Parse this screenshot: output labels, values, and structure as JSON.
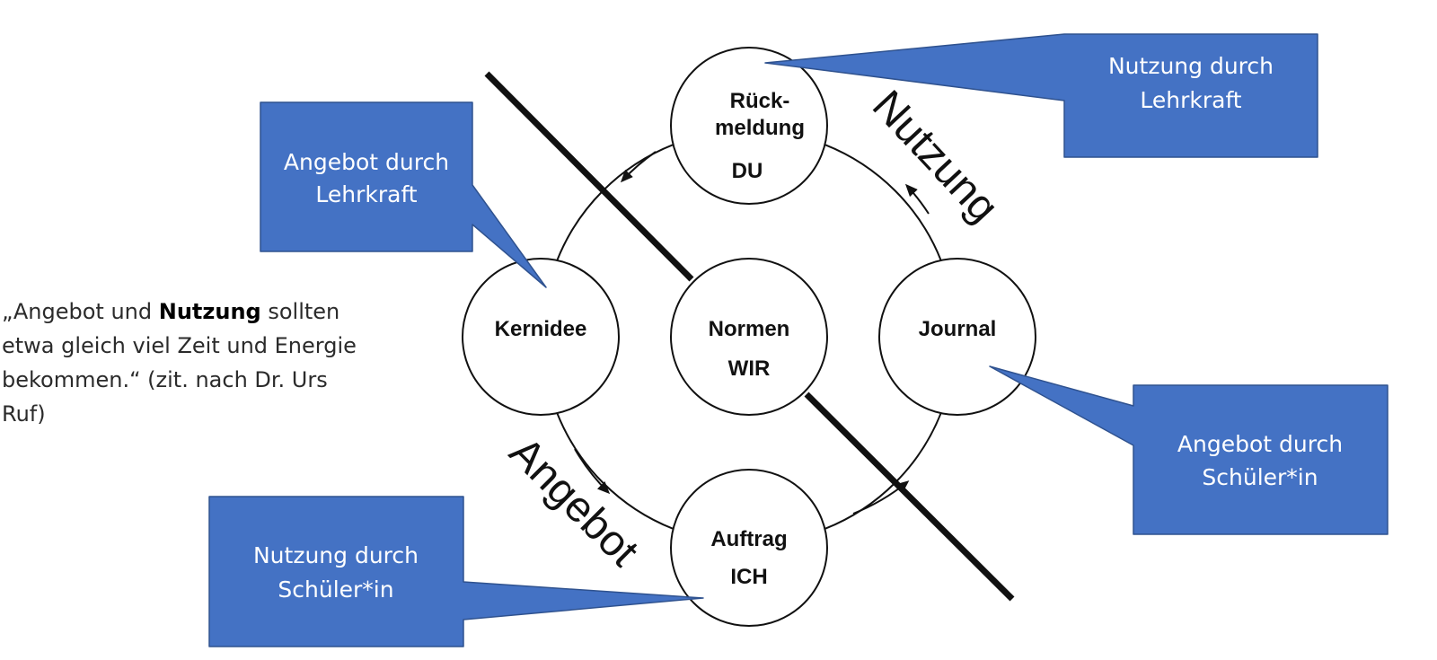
{
  "quote": {
    "open": "„Angebot und ",
    "bold": "Nutzung",
    "rest": " sollten etwa gleich viel Zeit und Energie bekommen.“ (zit. nach Dr. Urs Ruf)"
  },
  "circles": {
    "rueckmeldung": [
      "Rück-",
      "meldung",
      "DU"
    ],
    "kernidee": [
      "Kernidee"
    ],
    "normen": [
      "Normen",
      "WIR"
    ],
    "journal": [
      "Journal"
    ],
    "auftrag": [
      "Auftrag",
      "ICH"
    ]
  },
  "labels": {
    "nutzung": "Nutzung",
    "angebot": "Angebot"
  },
  "callouts": {
    "top_right": [
      "Nutzung durch",
      "Lehrkraft"
    ],
    "top_left": [
      "Angebot durch",
      "Lehrkraft"
    ],
    "right": [
      "Angebot durch",
      "Schüler*in"
    ],
    "bottom_left": [
      "Nutzung durch",
      "Schüler*in"
    ]
  },
  "colors": {
    "callout_fill": "#4472C4",
    "callout_border": "#2F528F",
    "line": "#111111"
  }
}
